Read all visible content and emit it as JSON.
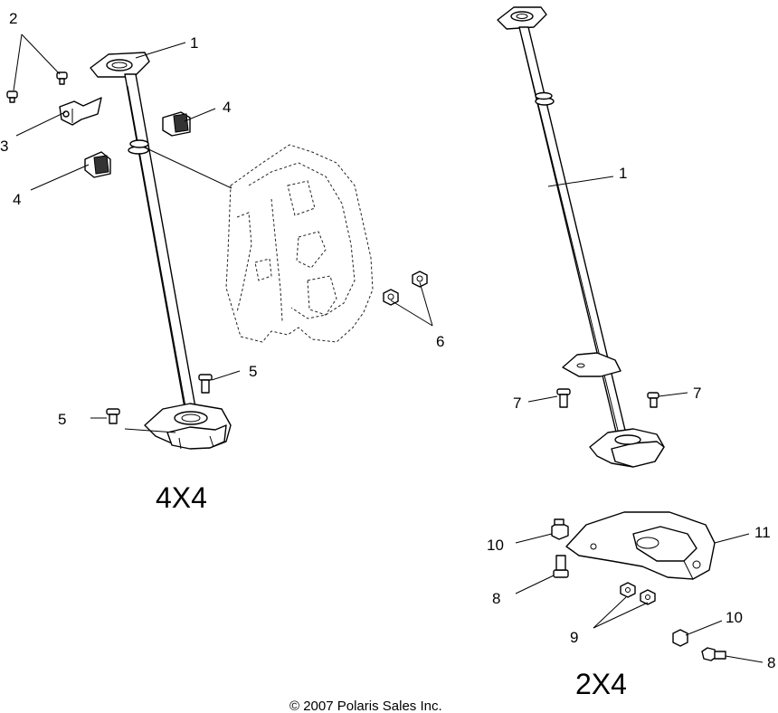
{
  "callouts": {
    "c2": "2",
    "c1_left": "1",
    "c4_top": "4",
    "c3": "3",
    "c4_bottom": "4",
    "c6": "6",
    "c5_right": "5",
    "c5_left": "5",
    "c1_right": "1",
    "c7_left": "7",
    "c7_right": "7",
    "c10_top": "10",
    "c11": "11",
    "c8_left": "8",
    "c9": "9",
    "c10_bottom": "10",
    "c8_right": "8"
  },
  "groups": {
    "left_label": "4X4",
    "right_label": "2X4"
  },
  "footer": {
    "copyright": "© 2007 Polaris Sales Inc."
  }
}
